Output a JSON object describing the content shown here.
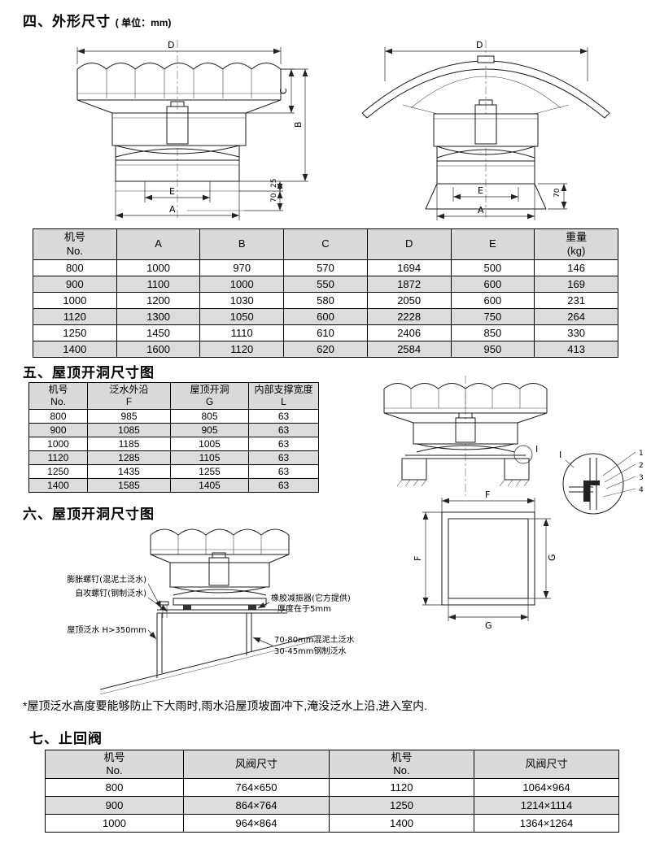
{
  "sections": {
    "s4_title": "四、外形尺寸",
    "s4_unit": "( 单位：mm)",
    "s5_title": "五、屋顶开洞尺寸图",
    "s6_title": "六、屋顶开洞尺寸图",
    "s7_title": "七、止回阀"
  },
  "note": "*屋顶泛水高度要能够防止下大雨时,雨水沿屋顶坡面冲下,淹没泛水上沿,进入室内.",
  "drawings": {
    "left_fan": {
      "dim_d": "D",
      "dim_c": "C",
      "dim_b": "B",
      "dim_e": "E",
      "dim_a": "A",
      "dim_25": "25",
      "dim_70": "70"
    },
    "right_fan": {
      "dim_d": "D",
      "dim_e": "E",
      "dim_a": "A",
      "dim_70": "70"
    },
    "roof_section": {
      "detail_mark": "I"
    },
    "detail_view": {
      "mark": "I",
      "callouts": [
        "1",
        "2",
        "3",
        "4"
      ]
    },
    "opening_plan": {
      "dim_f": "F",
      "dim_g": "G"
    },
    "install": {
      "expansion_screw": "膨胀螺钉(混泥土泛水)",
      "self_tapping_screw": "自攻螺钉(钢制泛水)",
      "rubber_damper": "橡胶减振器(它方提供)",
      "damper_thickness": "厚度在于5mm",
      "roof_flashing": "屋顶泛水 H>350mm",
      "concrete_flashing": "70-80mm混泥土泛水",
      "steel_flashing": "30-45mm钢制泛水"
    }
  },
  "dim_table": {
    "headers": [
      "机号\nNo.",
      "A",
      "B",
      "C",
      "D",
      "E",
      "重量\n(kg)"
    ],
    "rows": [
      [
        "800",
        "1000",
        "970",
        "570",
        "1694",
        "500",
        "146"
      ],
      [
        "900",
        "1100",
        "1000",
        "550",
        "1872",
        "600",
        "169"
      ],
      [
        "1000",
        "1200",
        "1030",
        "580",
        "2050",
        "600",
        "231"
      ],
      [
        "1120",
        "1300",
        "1050",
        "600",
        "2228",
        "750",
        "264"
      ],
      [
        "1250",
        "1450",
        "1110",
        "610",
        "2406",
        "850",
        "330"
      ],
      [
        "1400",
        "1600",
        "1120",
        "620",
        "2584",
        "950",
        "413"
      ]
    ]
  },
  "opening_table": {
    "headers": [
      "机号\nNo.",
      "泛水外沿\nF",
      "屋顶开洞\nG",
      "内部支撑宽度\nL"
    ],
    "rows": [
      [
        "800",
        "985",
        "805",
        "63"
      ],
      [
        "900",
        "1085",
        "905",
        "63"
      ],
      [
        "1000",
        "1185",
        "1005",
        "63"
      ],
      [
        "1120",
        "1285",
        "1105",
        "63"
      ],
      [
        "1250",
        "1435",
        "1255",
        "63"
      ],
      [
        "1400",
        "1585",
        "1405",
        "63"
      ]
    ]
  },
  "valve_table": {
    "headers": [
      "机号\nNo.",
      "风阀尺寸",
      "机号\nNo.",
      "风阀尺寸"
    ],
    "rows": [
      [
        "800",
        "764×650",
        "1120",
        "1064×964"
      ],
      [
        "900",
        "864×764",
        "1250",
        "1214×1114"
      ],
      [
        "1000",
        "964×864",
        "1400",
        "1364×1264"
      ]
    ]
  },
  "colors": {
    "table_header_bg": "#d9d9d9",
    "row_alt_bg": "#dcdcdc",
    "line": "#1a1a1a"
  }
}
